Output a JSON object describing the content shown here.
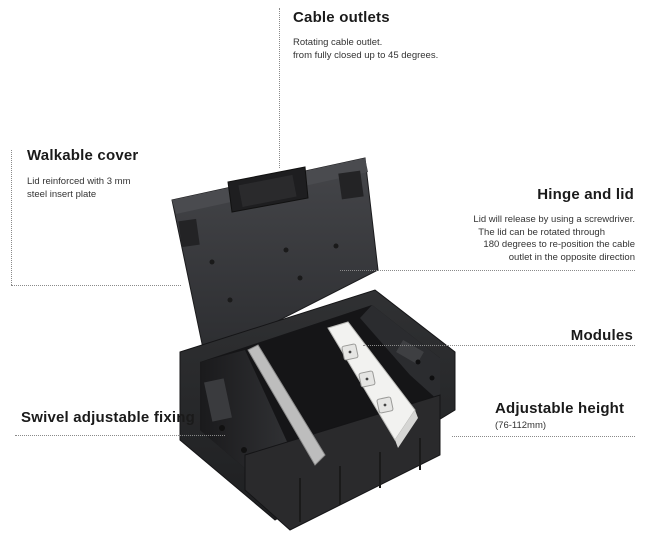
{
  "callouts": {
    "cable_outlets": {
      "title": "Cable outlets",
      "lines": [
        "Rotating cable outlet.",
        "from fully closed up to 45 degrees."
      ]
    },
    "walkable_cover": {
      "title": "Walkable cover",
      "lines": [
        "Lid reinforced with 3 mm",
        "steel insert plate"
      ]
    },
    "hinge_and_lid": {
      "title": "Hinge and lid",
      "lines": [
        "Lid will release by using a screwdriver.",
        "The lid can be rotated through",
        "180 degrees to re-position the cable",
        "outlet in the opposite direction"
      ]
    },
    "modules": {
      "title": "Modules"
    },
    "swivel_fixing": {
      "title": "Swivel adjustable fixing"
    },
    "adjustable_height": {
      "title": "Adjustable height",
      "subtitle": "(76-112mm)"
    }
  },
  "colors": {
    "housing": "#2f2f31",
    "housing_dark": "#1c1c1e",
    "lid": "#3a3b3e",
    "module_white": "#f2f2f0",
    "leader": "#8a8a8a"
  }
}
